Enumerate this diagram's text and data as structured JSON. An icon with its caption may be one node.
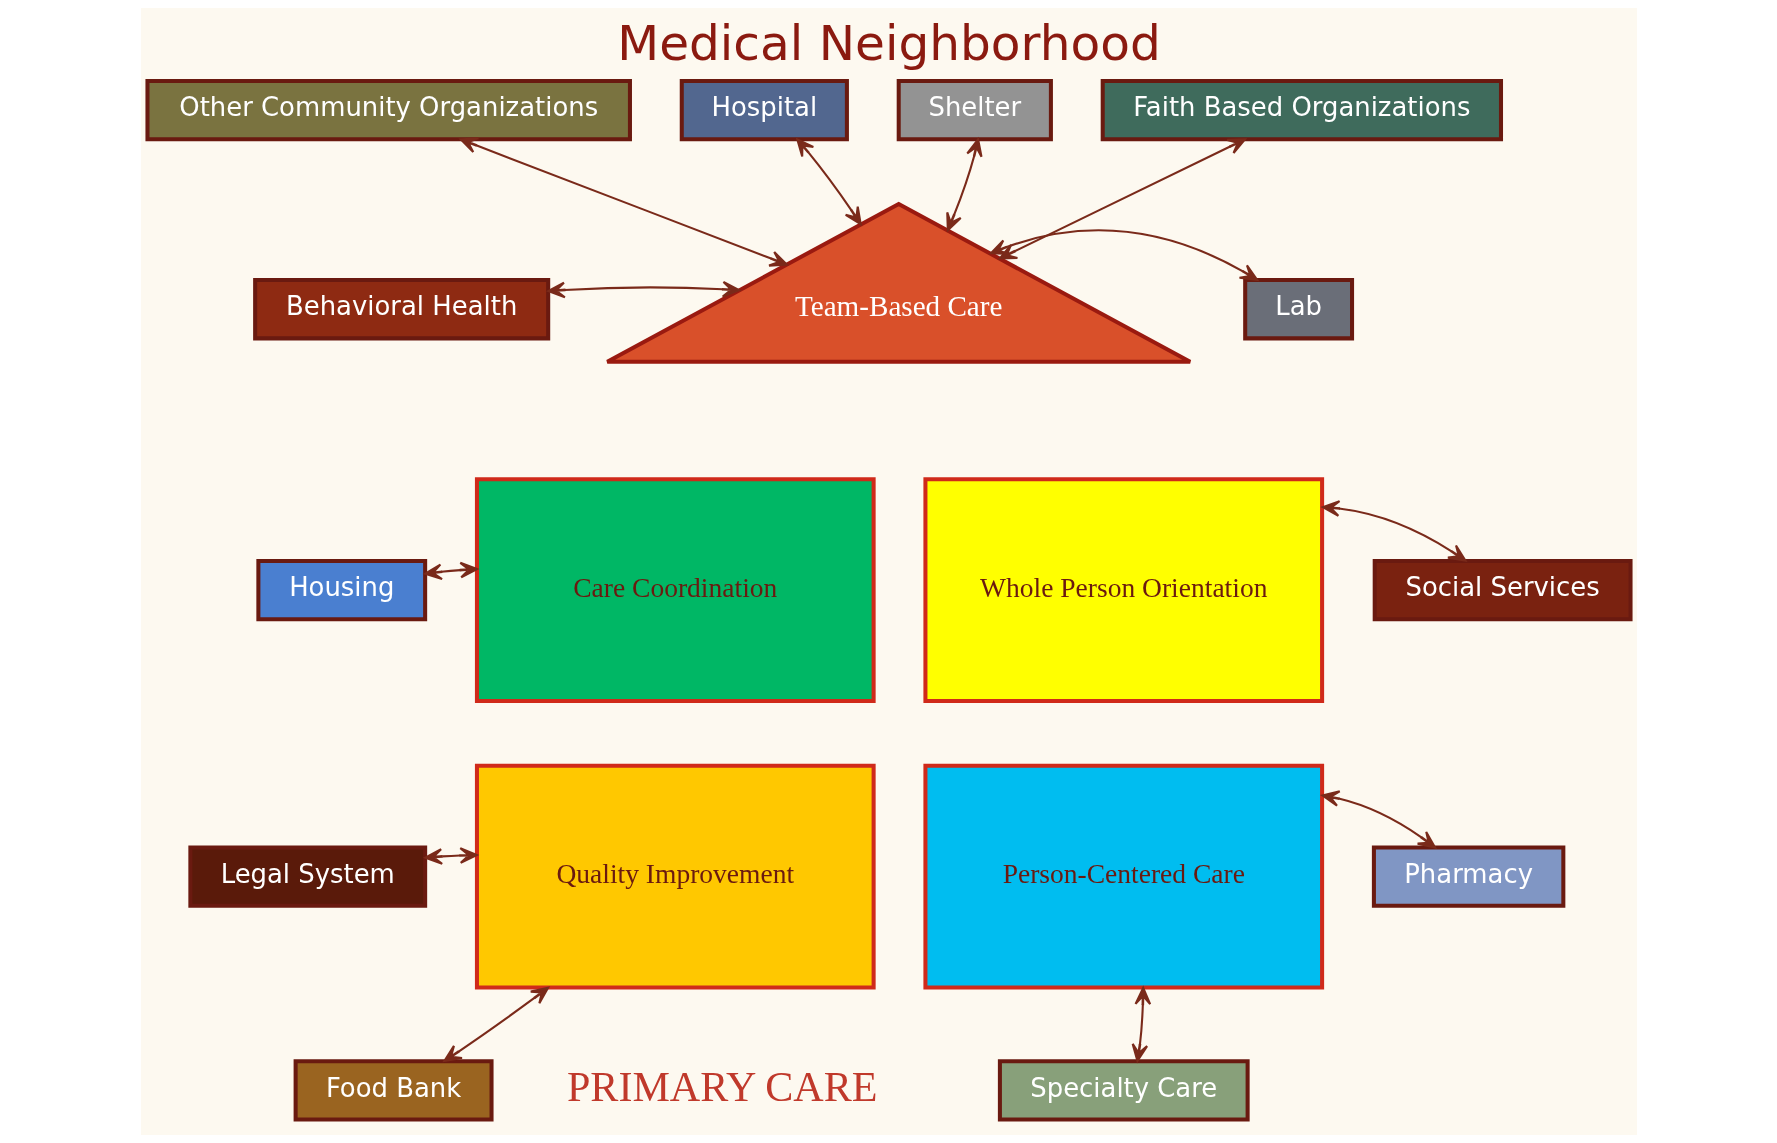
{
  "diagram": {
    "title": "Medical Neighborhood",
    "nodes": [
      {
        "text": [
          "Other Community Organizations"
        ]
      },
      {
        "text": [
          "Hospital"
        ]
      },
      {
        "text": [
          "Shelter"
        ]
      },
      {
        "text": [
          "Faith Based Organizations"
        ]
      },
      {
        "text": [
          "Behavioral Health"
        ]
      },
      {
        "text": [
          "Lab"
        ]
      },
      {
        "text": [
          "Team-Based Care"
        ]
      },
      {
        "text": [
          "Housing"
        ]
      },
      {
        "text": [
          "Care Coordination"
        ]
      },
      {
        "text": [
          "Whole Person Orientation"
        ]
      },
      {
        "text": [
          "Social Services"
        ]
      },
      {
        "text": [
          "Legal System"
        ]
      },
      {
        "text": [
          "Quality Improvement"
        ]
      },
      {
        "text": [
          "Person-Centered Care"
        ]
      },
      {
        "text": [
          "Pharmacy"
        ]
      },
      {
        "text": [
          "Food Bank"
        ]
      },
      {
        "text": [
          "Specialty Care"
        ]
      }
    ],
    "edges": [
      {
        "from": 0,
        "to": 6,
        "arrow": "both"
      },
      {
        "from": 1,
        "to": 6,
        "arrow": "both"
      },
      {
        "from": 2,
        "to": 6,
        "arrow": "both"
      },
      {
        "from": 3,
        "to": 6,
        "arrow": "both"
      },
      {
        "from": 4,
        "to": 6,
        "arrow": "both"
      },
      {
        "from": 5,
        "to": 6,
        "arrow": "both"
      },
      {
        "from": 7,
        "to": 8,
        "arrow": "both"
      },
      {
        "from": 9,
        "to": 10,
        "arrow": "both"
      },
      {
        "from": 11,
        "to": 12,
        "arrow": "both"
      },
      {
        "from": 13,
        "to": 14,
        "arrow": "both"
      },
      {
        "from": 15,
        "to": 12,
        "arrow": "both"
      },
      {
        "from": 13,
        "to": 16,
        "arrow": "both"
      }
    ],
    "labels": [
      "PRIMARY CARE"
    ]
  }
}
